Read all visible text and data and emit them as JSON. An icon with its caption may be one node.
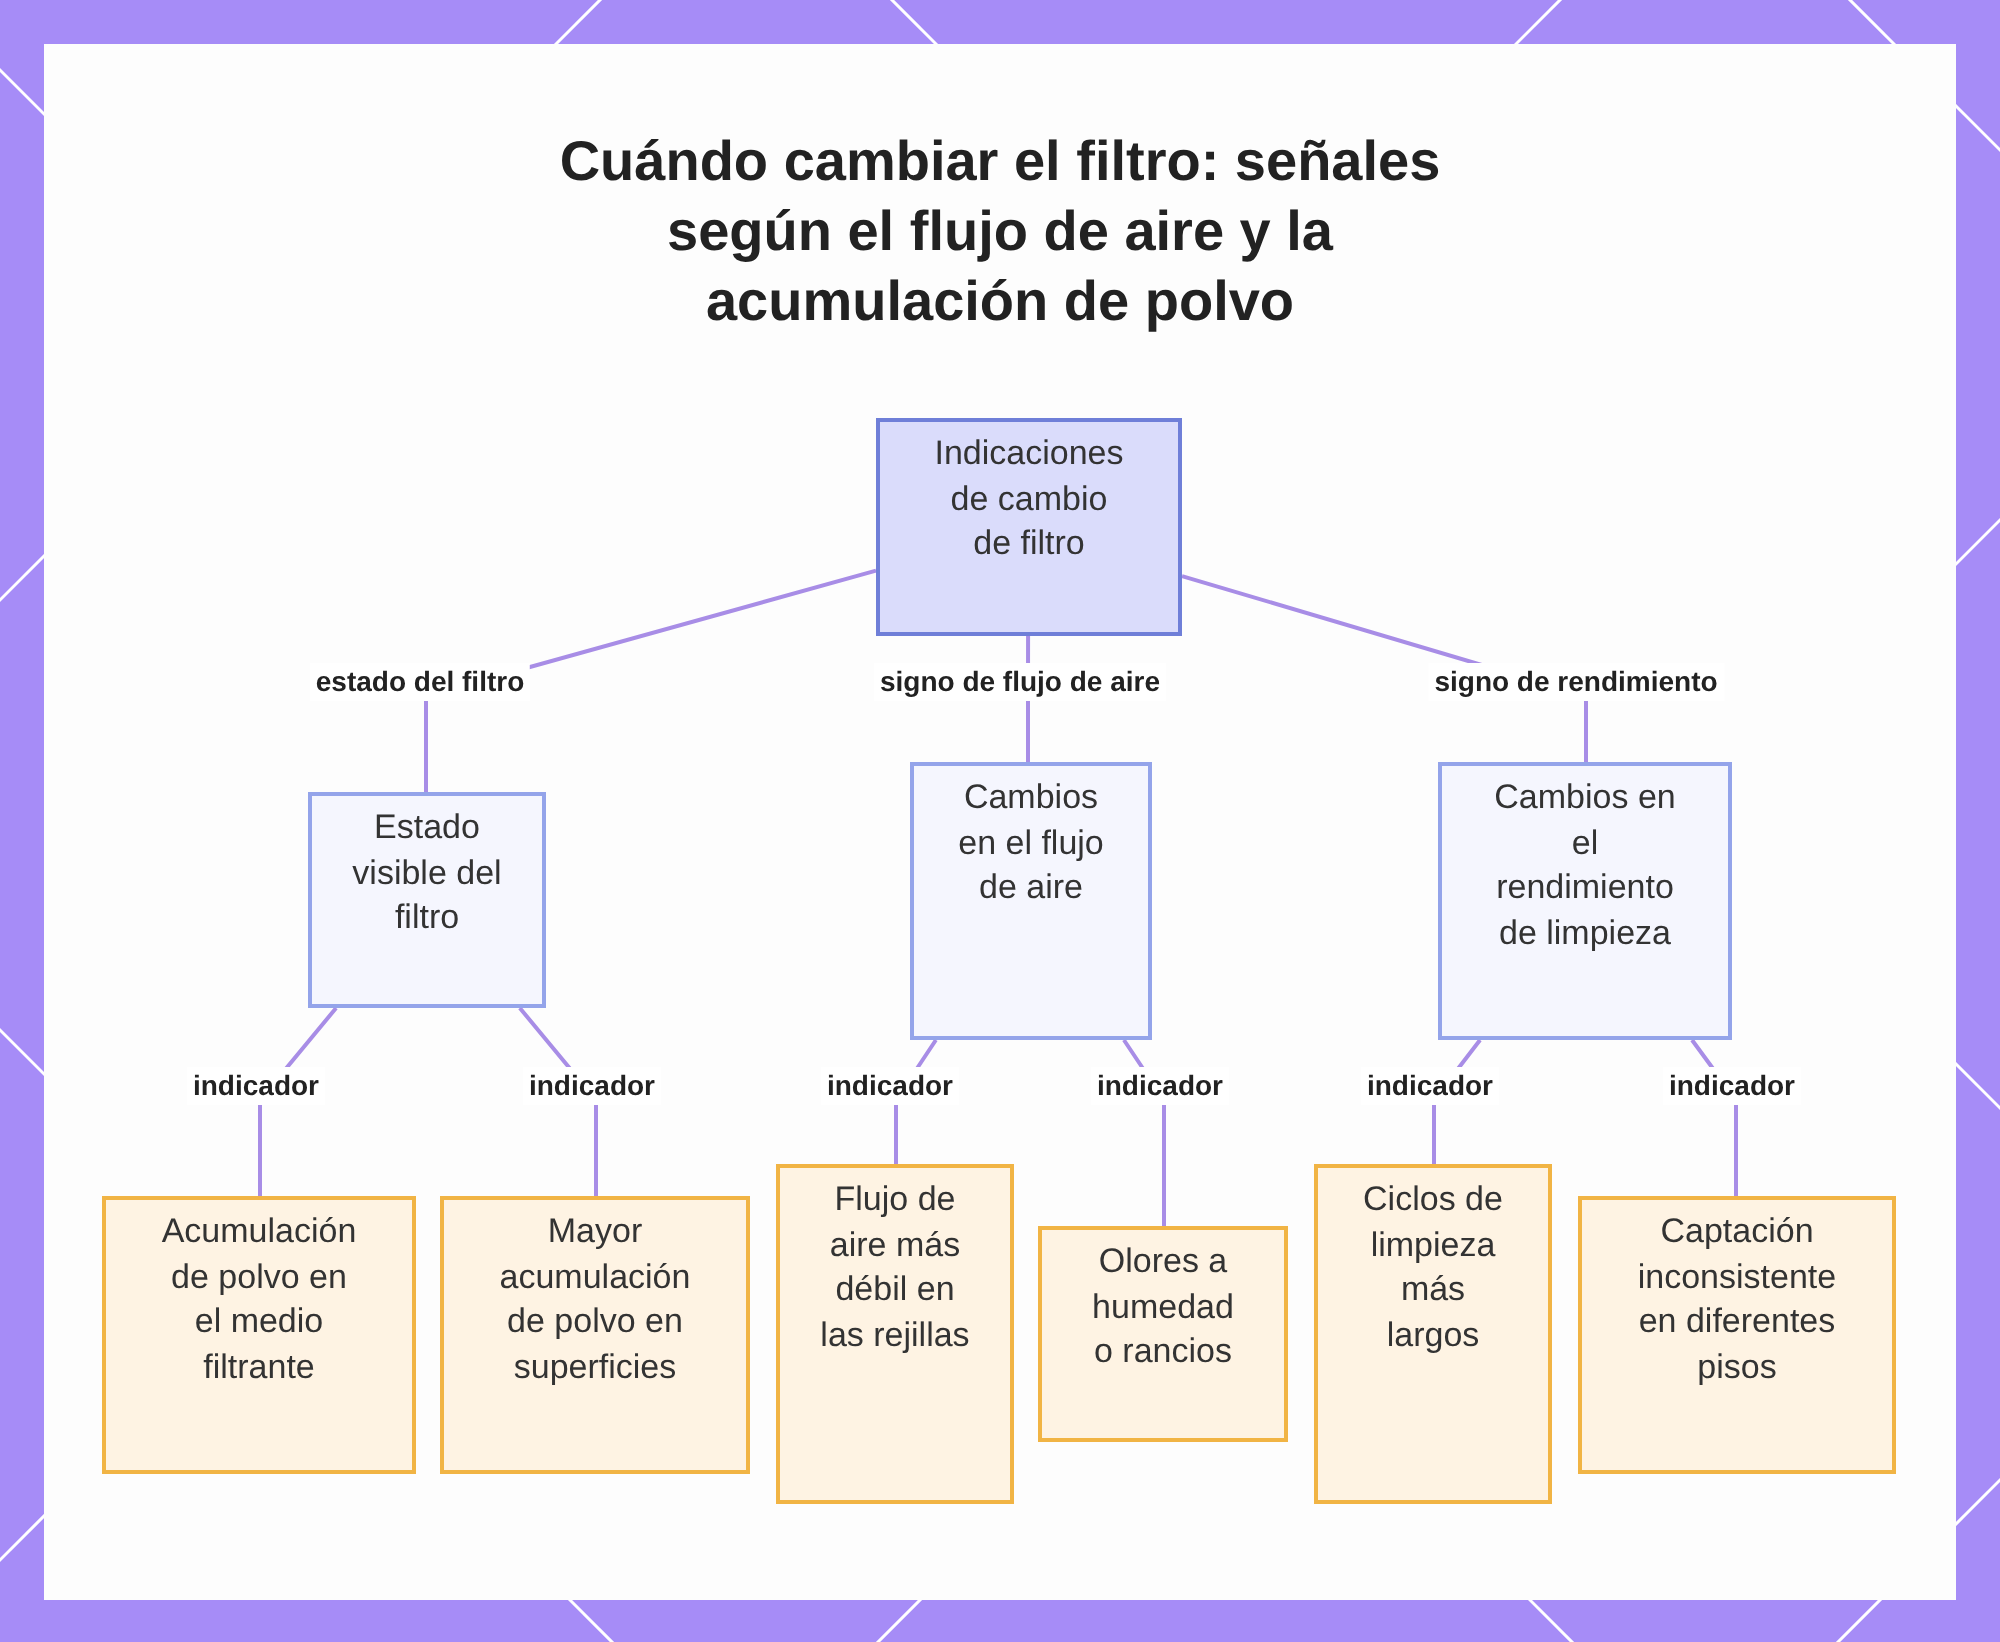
{
  "diagram": {
    "title": "Cuándo cambiar el filtro: señales según el flujo de aire y la acumulación de polvo",
    "nodes": [
      {
        "text": [
          "Indicaciones de cambio de filtro"
        ]
      },
      {
        "text": [
          "Estado visible del filtro"
        ]
      },
      {
        "text": [
          "Cambios en el flujo de aire"
        ]
      },
      {
        "text": [
          "Cambios en el rendimiento de limpieza"
        ]
      },
      {
        "text": [
          "Acumulación de polvo en el medio filtrante"
        ]
      },
      {
        "text": [
          "Mayor acumulación de polvo en superficies"
        ]
      },
      {
        "text": [
          "Flujo de aire más débil en las rejillas"
        ]
      },
      {
        "text": [
          "Olores a humedad o rancios"
        ]
      },
      {
        "text": [
          "Ciclos de limpieza más largos"
        ]
      },
      {
        "text": [
          "Captación inconsistente en diferentes pisos"
        ]
      }
    ],
    "edges": [
      {
        "from": 0,
        "to": 1,
        "arrow": "none",
        "label": "estado del filtro"
      },
      {
        "from": 0,
        "to": 2,
        "arrow": "none",
        "label": "signo de flujo de aire"
      },
      {
        "from": 0,
        "to": 3,
        "arrow": "none",
        "label": "signo de rendimiento"
      },
      {
        "from": 1,
        "to": 4,
        "arrow": "none",
        "label": "indicador"
      },
      {
        "from": 1,
        "to": 5,
        "arrow": "none",
        "label": "indicador"
      },
      {
        "from": 2,
        "to": 6,
        "arrow": "none",
        "label": "indicador"
      },
      {
        "from": 2,
        "to": 7,
        "arrow": "none",
        "label": "indicador"
      },
      {
        "from": 3,
        "to": 8,
        "arrow": "none",
        "label": "indicador"
      },
      {
        "from": 3,
        "to": 9,
        "arrow": "none",
        "label": "indicador"
      }
    ]
  }
}
